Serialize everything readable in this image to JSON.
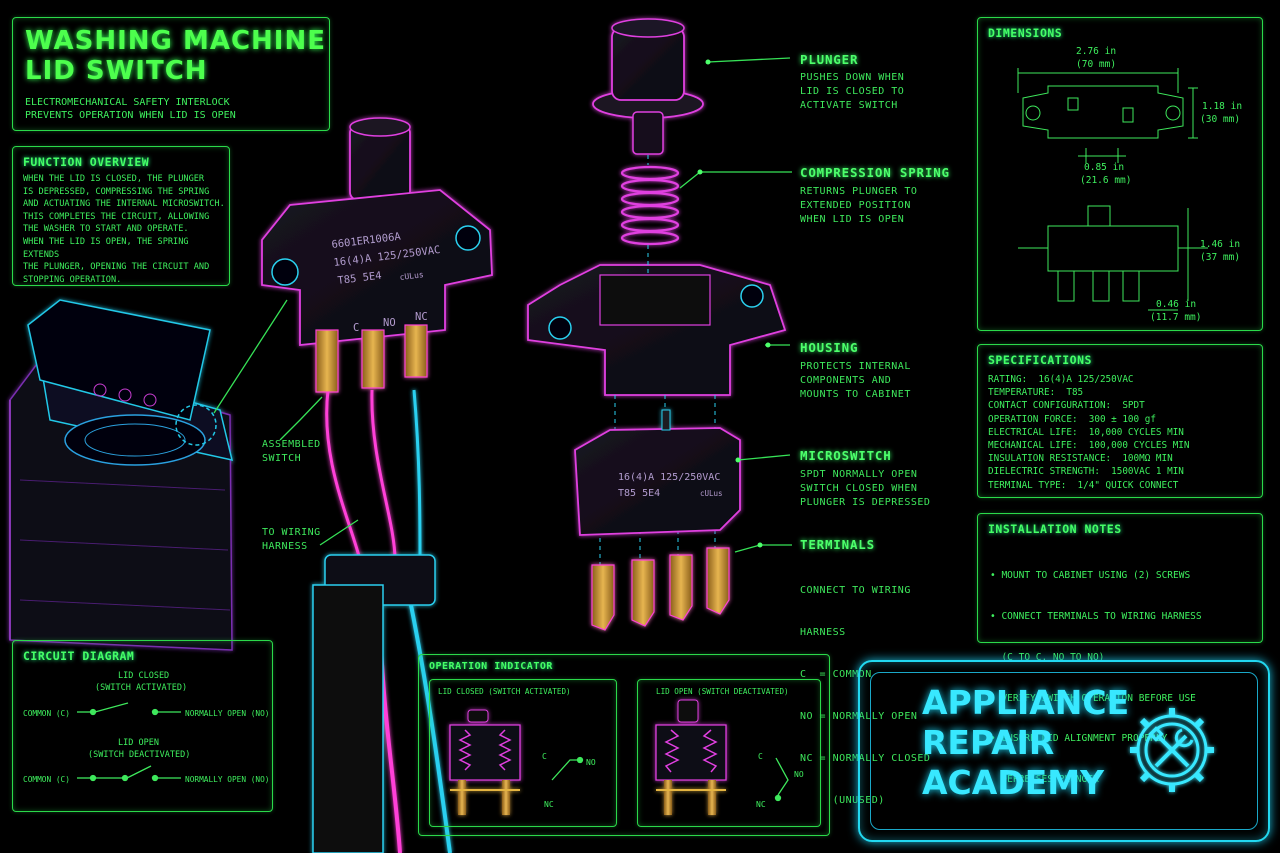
{
  "title": {
    "line1": "WASHING MACHINE",
    "line2": "LID SWITCH",
    "subtitle1": "ELECTROMECHANICAL SAFETY INTERLOCK",
    "subtitle2": "PREVENTS OPERATION WHEN LID IS OPEN"
  },
  "function_overview": {
    "heading": "FUNCTION OVERVIEW",
    "lines": [
      "WHEN THE LID IS CLOSED, THE PLUNGER",
      "IS DEPRESSED, COMPRESSING THE SPRING",
      "AND ACTUATING THE INTERNAL MICROSWITCH.",
      "THIS COMPLETES THE CIRCUIT, ALLOWING",
      "THE WASHER TO START AND OPERATE.",
      "WHEN THE LID IS OPEN, THE SPRING EXTENDS",
      "THE PLUNGER, OPENING THE CIRCUIT AND",
      "STOPPING OPERATION."
    ]
  },
  "switch_markings": {
    "part": "6601ER1006A",
    "rating": "16(4)A 125/250VAC",
    "temp": "T85 5E4",
    "ul": "cULus",
    "terminals": [
      "C",
      "NO",
      "NC"
    ]
  },
  "micro_markings": {
    "rating": "16(4)A 125/250VAC",
    "temp": "T85 5E4",
    "ul": "cULus"
  },
  "callouts": {
    "assembled_line1": "ASSEMBLED",
    "assembled_line2": "SWITCH",
    "wiring_line1": "TO WIRING",
    "wiring_line2": "HARNESS",
    "plunger_head": "PLUNGER",
    "plunger_body": [
      "PUSHES DOWN WHEN",
      "LID IS CLOSED TO",
      "ACTIVATE SWITCH"
    ],
    "spring_head": "COMPRESSION SPRING",
    "spring_body": [
      "RETURNS PLUNGER TO",
      "EXTENDED POSITION",
      "WHEN LID IS OPEN"
    ],
    "housing_head": "HOUSING",
    "housing_body": [
      "PROTECTS INTERNAL",
      "COMPONENTS AND",
      "MOUNTS TO CABINET"
    ],
    "micro_head": "MICROSWITCH",
    "micro_body": [
      "SPDT NORMALLY OPEN",
      "SWITCH CLOSED WHEN",
      "PLUNGER IS DEPRESSED"
    ],
    "terminals_head": "TERMINALS",
    "terminals_body": [
      "CONNECT TO WIRING",
      "HARNESS",
      "C  = COMMON",
      "NO = NORMALLY OPEN",
      "NC = NORMALLY CLOSED",
      "     (UNUSED)"
    ]
  },
  "dimensions": {
    "heading": "DIMENSIONS",
    "width_in": "2.76 in",
    "width_mm": "(70 mm)",
    "height_in": "1.18 in",
    "height_mm": "(30 mm)",
    "hole_in": "0.85 in",
    "hole_mm": "(21.6 mm)",
    "side_h_in": "1.46 in",
    "side_h_mm": "(37 mm)",
    "term_in": "0.46 in",
    "term_mm": "(11.7 mm)"
  },
  "specifications": {
    "heading": "SPECIFICATIONS",
    "rows": [
      "RATING:  16(4)A 125/250VAC",
      "TEMPERATURE:  T85",
      "CONTACT CONFIGURATION:  SPDT",
      "OPERATION FORCE:  300 ± 100 gf",
      "ELECTRICAL LIFE:  10,000 CYCLES MIN",
      "MECHANICAL LIFE:  100,000 CYCLES MIN",
      "INSULATION RESISTANCE:  100MΩ MIN",
      "DIELECTRIC STRENGTH:  1500VAC 1 MIN",
      "TERMINAL TYPE:  1/4\" QUICK CONNECT"
    ]
  },
  "installation": {
    "heading": "INSTALLATION NOTES",
    "items": [
      "• MOUNT TO CABINET USING (2) SCREWS",
      "• CONNECT TERMINALS TO WIRING HARNESS",
      "  (C TO C, NO TO NO)",
      "• VERIFY SWITCH OPERATION BEFORE USE",
      "• ENSURE LID ALIGNMENT PROPERLY",
      "  DEPRESSES PLUNGER"
    ]
  },
  "circuit": {
    "heading": "CIRCUIT DIAGRAM",
    "closed_1": "LID CLOSED",
    "closed_2": "(SWITCH ACTIVATED)",
    "open_1": "LID OPEN",
    "open_2": "(SWITCH DEACTIVATED)",
    "common": "COMMON (C)",
    "normally_open": "NORMALLY OPEN (NO)"
  },
  "operation": {
    "heading": "OPERATION INDICATOR",
    "closed_label": "LID CLOSED (SWITCH ACTIVATED)",
    "open_label": "LID OPEN (SWITCH DEACTIVATED)",
    "c": "C",
    "no": "NO",
    "nc": "NC"
  },
  "brand": {
    "line1": "APPLIANCE",
    "line2": "REPAIR",
    "line3": "ACADEMY"
  },
  "colors": {
    "green": "#39ff5a",
    "cyan": "#22d8f0",
    "magenta": "#d23ad8",
    "gold": "#d9a43a"
  }
}
